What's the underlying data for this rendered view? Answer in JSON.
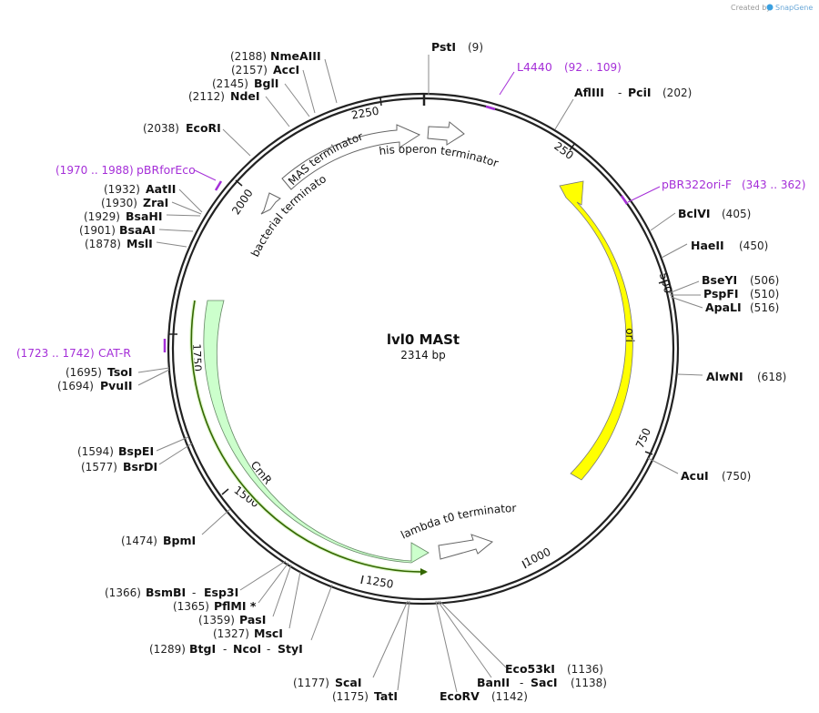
{
  "credit": {
    "created_by": "Created by",
    "brand": "SnapGene"
  },
  "plasmid": {
    "name": "lvl0 MASt",
    "length": "2314 bp"
  },
  "ticks": [
    "250",
    "500",
    "750",
    "1000",
    "1250",
    "1500",
    "1750",
    "2000",
    "2250"
  ],
  "features": {
    "ori": "ori",
    "cmr": "CmR",
    "lambda": "lambda t0 terminator",
    "his": "his operon terminator",
    "mas": "MAS terminator",
    "bacterial": "bacterial terminator"
  },
  "primers": [
    {
      "name": "L4440",
      "range": "(92 .. 109)"
    },
    {
      "name": "pBR322ori-F",
      "range": "(343 .. 362)"
    },
    {
      "name": "CAT-R",
      "range": "(1723 .. 1742)"
    },
    {
      "name": "pBRforEco",
      "range": "(1970 .. 1988)"
    }
  ],
  "sites": [
    {
      "name": "PstI",
      "pos": "(9)"
    },
    {
      "name": "AflIII",
      "sep": "-",
      "name2": "PciI",
      "pos": "(202)"
    },
    {
      "name": "BclVI",
      "pos": "(405)"
    },
    {
      "name": "HaeII",
      "pos": "(450)"
    },
    {
      "name": "BseYI",
      "pos": "(506)"
    },
    {
      "name": "PspFI",
      "pos": "(510)"
    },
    {
      "name": "ApaLI",
      "pos": "(516)"
    },
    {
      "name": "AlwNI",
      "pos": "(618)"
    },
    {
      "name": "AcuI",
      "pos": "(750)"
    },
    {
      "name": "Eco53kI",
      "pos": "(1136)"
    },
    {
      "name": "BanII",
      "sep": "-",
      "name2": "SacI",
      "pos": "(1138)"
    },
    {
      "name": "EcoRV",
      "pos": "(1142)"
    },
    {
      "name": "TatI",
      "pos": "(1175)"
    },
    {
      "name": "ScaI",
      "pos": "(1177)"
    },
    {
      "name": "BtgI",
      "sep": "-",
      "name2": "NcoI",
      "sep2": "-",
      "name3": "StyI",
      "pos": "(1289)"
    },
    {
      "name": "MscI",
      "pos": "(1327)"
    },
    {
      "name": "PasI",
      "pos": "(1359)"
    },
    {
      "name": "PflMI *",
      "pos": "(1365)"
    },
    {
      "name": "BsmBI",
      "sep": "-",
      "name2": "Esp3I",
      "pos": "(1366)"
    },
    {
      "name": "BpmI",
      "pos": "(1474)"
    },
    {
      "name": "BsrDI",
      "pos": "(1577)"
    },
    {
      "name": "BspEI",
      "pos": "(1594)"
    },
    {
      "name": "PvuII",
      "pos": "(1694)"
    },
    {
      "name": "TsoI",
      "pos": "(1695)"
    },
    {
      "name": "MslI",
      "pos": "(1878)"
    },
    {
      "name": "BsaAI",
      "pos": "(1901)"
    },
    {
      "name": "BsaHI",
      "pos": "(1929)"
    },
    {
      "name": "ZraI",
      "pos": "(1930)"
    },
    {
      "name": "AatII",
      "pos": "(1932)"
    },
    {
      "name": "EcoRI",
      "pos": "(2038)"
    },
    {
      "name": "NdeI",
      "pos": "(2112)"
    },
    {
      "name": "BglI",
      "pos": "(2145)"
    },
    {
      "name": "AccI",
      "pos": "(2157)"
    },
    {
      "name": "NmeAIII",
      "pos": "(2188)"
    }
  ],
  "colors": {
    "ori": "#ffff00",
    "cmr": "#ccffcc",
    "primer": "#a52fd8",
    "cmr_orf": "#336600"
  }
}
